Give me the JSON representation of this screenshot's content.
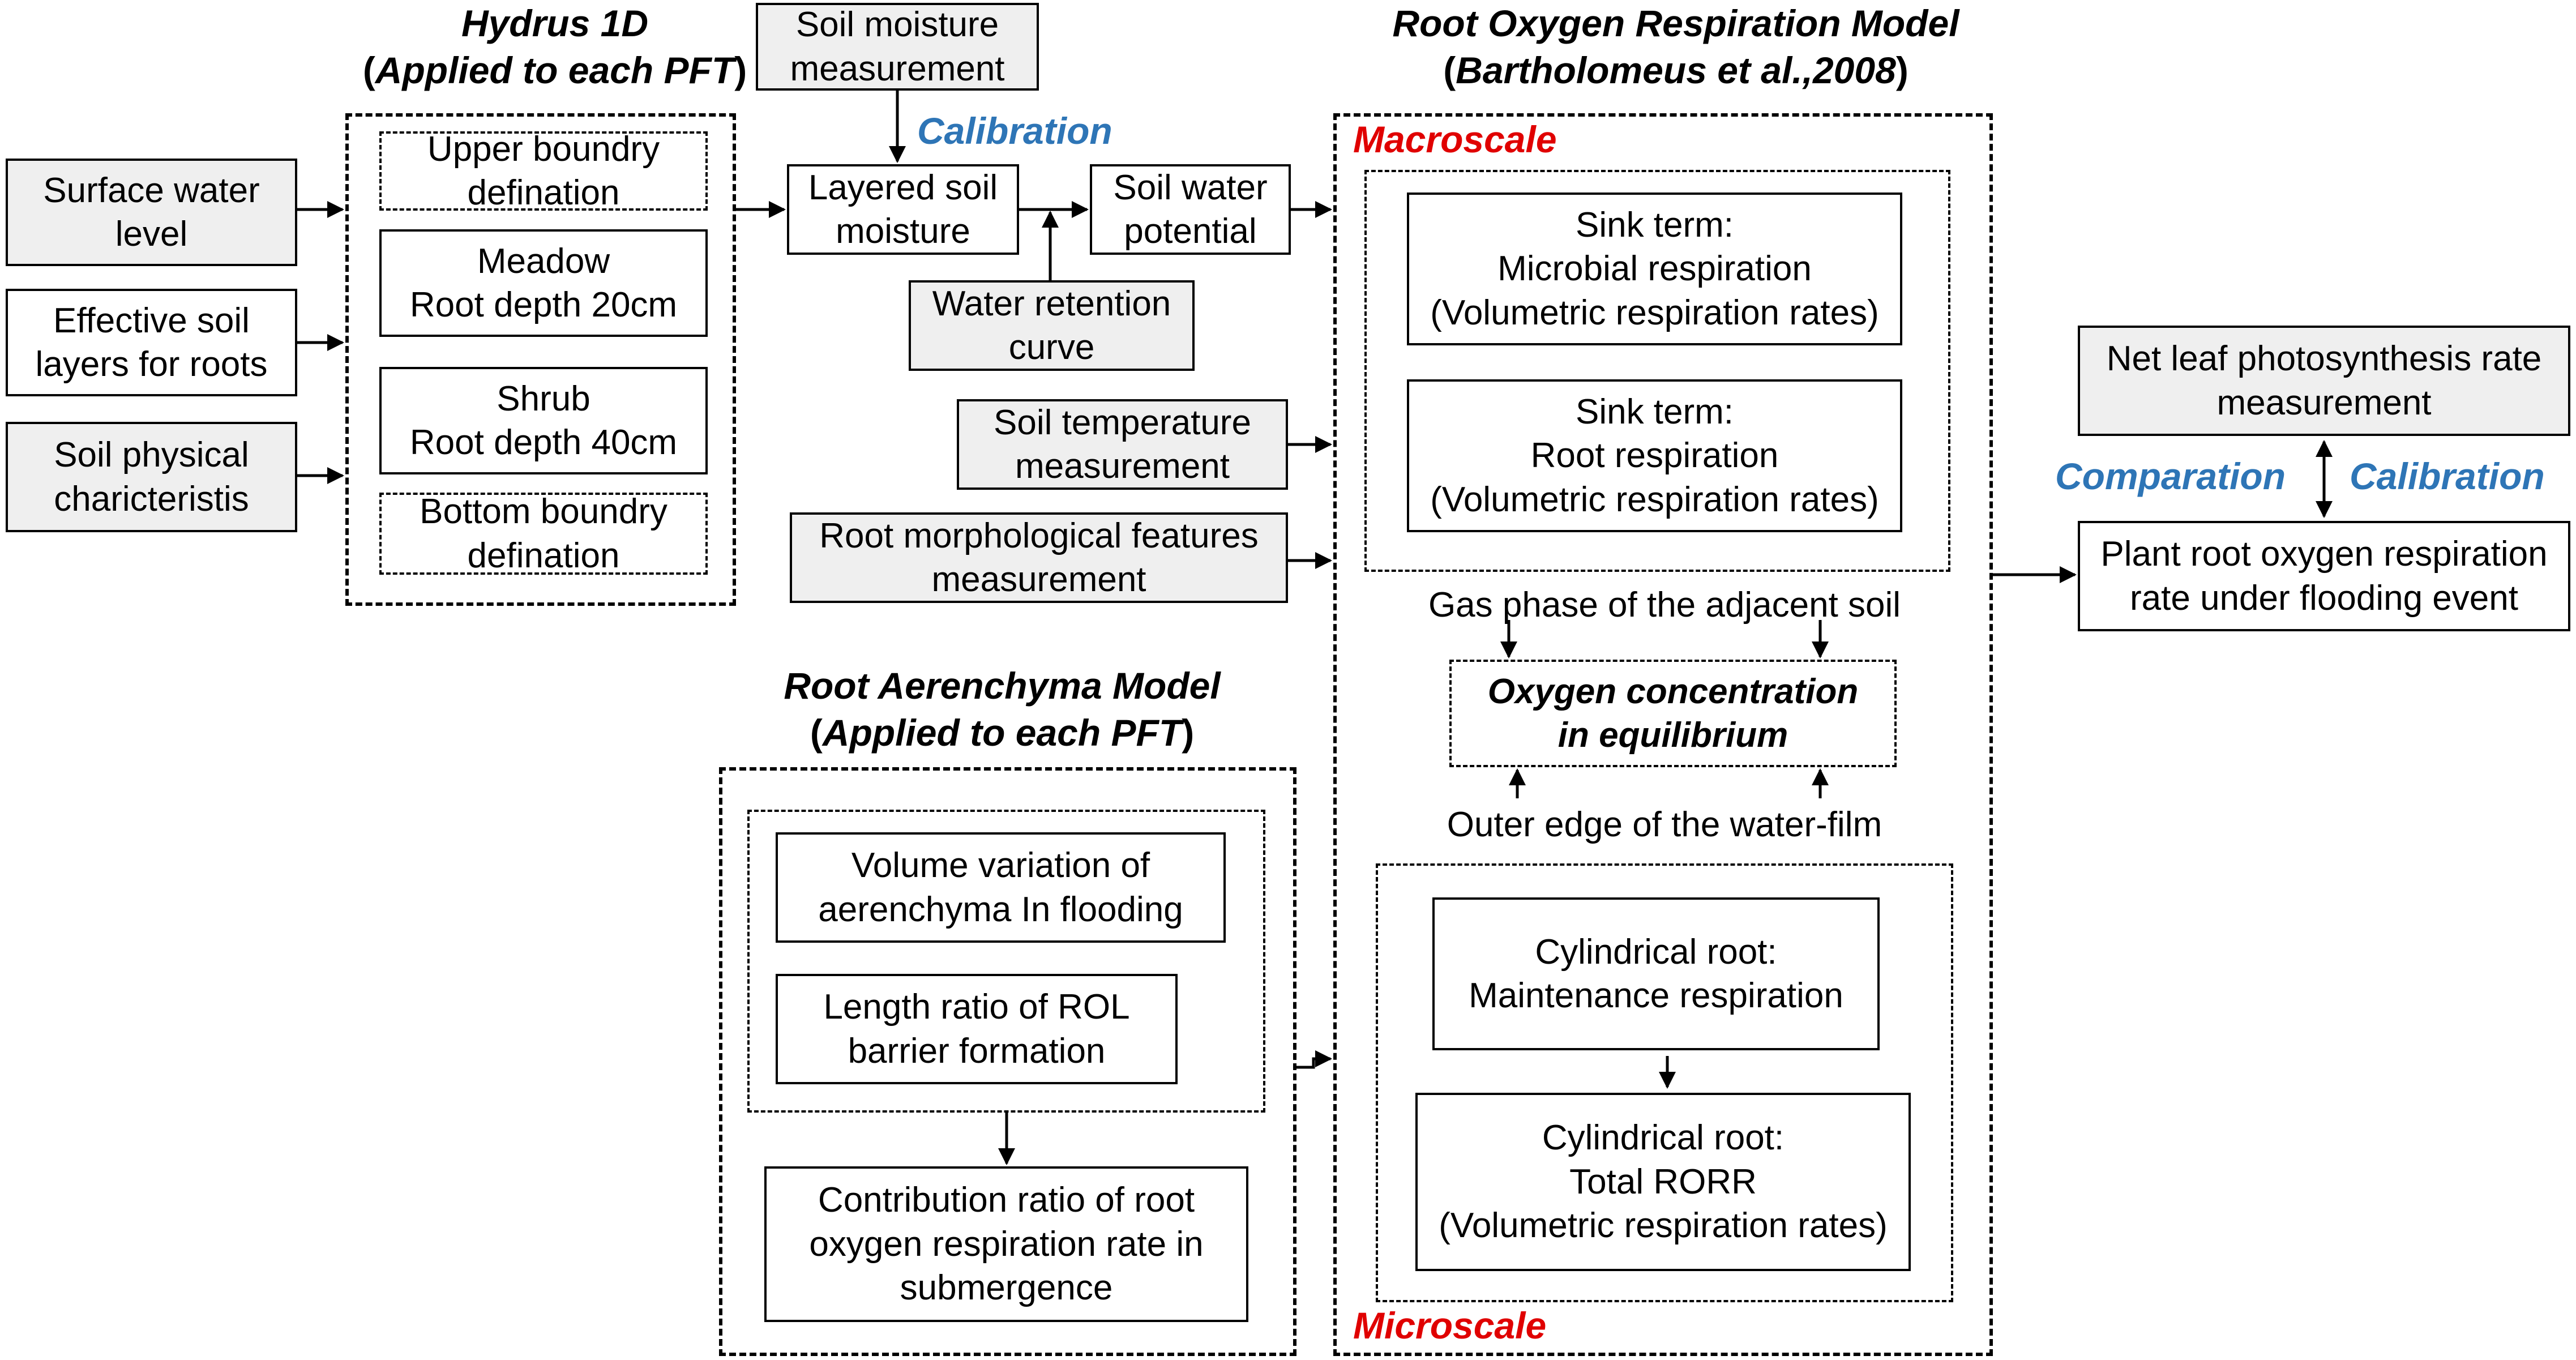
{
  "titles": {
    "hydrus_line1": "Hydrus 1D",
    "hydrus_line2": "Applied to each PFT",
    "rorm_line1": "Root Oxygen Respiration Model",
    "rorm_line2": "Bartholomeus et al.,2008",
    "ram_line1": "Root Aerenchyma Model",
    "ram_line2": "Applied to each PFT"
  },
  "inputs": {
    "surface_water": "Surface water\nlevel",
    "effective_soil": "Effective soil\nlayers for roots",
    "soil_physical": "Soil physical\ncharicteristis"
  },
  "hydrus": {
    "upper": "Upper boundry\ndefination",
    "meadow": "Meadow\nRoot depth 20cm",
    "shrub": "Shrub\nRoot depth 40cm",
    "bottom": "Bottom boundry\ndefination"
  },
  "middle": {
    "soil_moisture_meas": "Soil moisture\nmeasurement",
    "calibration": "Calibration",
    "layered": "Layered soil\nmoisture",
    "soil_water_potential": "Soil water\npotential",
    "water_retention": "Water retention\ncurve",
    "soil_temp": "Soil temperature\nmeasurement",
    "root_morph": "Root morphological features\nmeasurement"
  },
  "aerenchyma": {
    "volume": "Volume variation of\naerenchyma In flooding",
    "length": "Length ratio of ROL\nbarrier formation",
    "contribution": "Contribution ratio of root\noxygen respiration rate in\nsubmergence"
  },
  "rorm": {
    "macroscale": "Macroscale",
    "microscale": "Microscale",
    "sink_microbial": "Sink term:\nMicrobial respiration\n(Volumetric respiration rates)",
    "sink_root": "Sink term:\nRoot respiration\n(Volumetric respiration rates)",
    "gas_phase": "Gas phase of the adjacent soil",
    "oxygen": "Oxygen concentration\nin equilibrium",
    "outer_edge": "Outer edge of the water-film",
    "cyl_maint": "Cylindrical root:\nMaintenance respiration",
    "cyl_total": "Cylindrical root:\nTotal RORR\n(Volumetric respiration rates)"
  },
  "output": {
    "net_leaf": "Net leaf photosynthesis rate\nmeasurement",
    "comparation": "Comparation",
    "calibration": "Calibration",
    "plant_root": "Plant root oxygen respiration\nrate under flooding event"
  }
}
